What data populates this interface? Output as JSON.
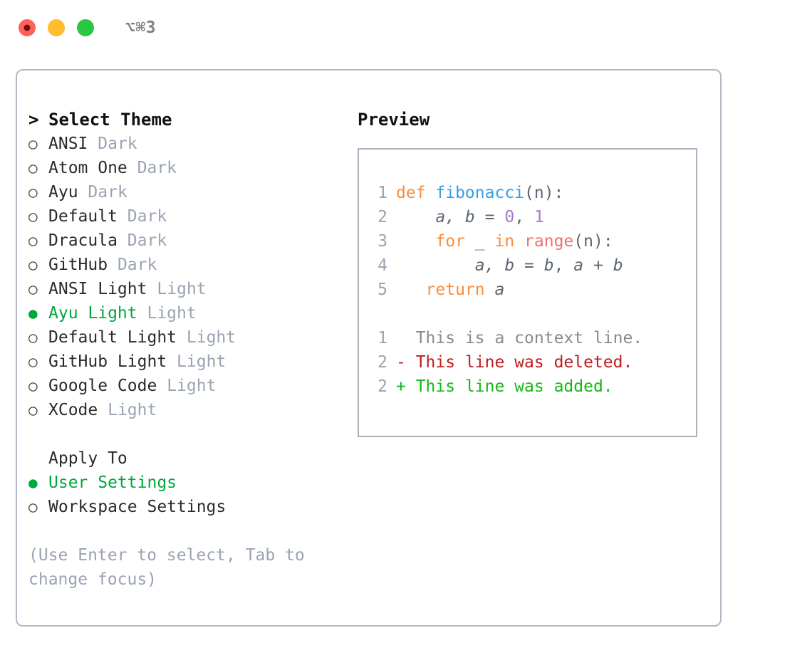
{
  "window": {
    "title": "⌥⌘3",
    "traffic_lights": [
      {
        "name": "close",
        "color": "#FF6058"
      },
      {
        "name": "minimize",
        "color": "#FFBD2E"
      },
      {
        "name": "zoom",
        "color": "#28C840"
      }
    ]
  },
  "theme_panel": {
    "header": "Select Theme",
    "caret": ">",
    "bullet_selected": "●",
    "bullet_unselected": "○",
    "accent_color": "#00A63E",
    "tag_color": "#9aa3b2",
    "items": [
      {
        "name": "ANSI",
        "tag": "Dark",
        "selected": false
      },
      {
        "name": "Atom One",
        "tag": "Dark",
        "selected": false
      },
      {
        "name": "Ayu",
        "tag": "Dark",
        "selected": false
      },
      {
        "name": "Default",
        "tag": "Dark",
        "selected": false
      },
      {
        "name": "Dracula",
        "tag": "Dark",
        "selected": false
      },
      {
        "name": "GitHub",
        "tag": "Dark",
        "selected": false
      },
      {
        "name": "ANSI Light",
        "tag": "Light",
        "selected": false
      },
      {
        "name": "Ayu Light",
        "tag": "Light",
        "selected": true
      },
      {
        "name": "Default Light",
        "tag": "Light",
        "selected": false
      },
      {
        "name": "GitHub Light",
        "tag": "Light",
        "selected": false
      },
      {
        "name": "Google Code",
        "tag": "Light",
        "selected": false
      },
      {
        "name": "XCode",
        "tag": "Light",
        "selected": false
      }
    ]
  },
  "apply_to": {
    "header": "Apply To",
    "items": [
      {
        "name": "User Settings",
        "selected": true
      },
      {
        "name": "Workspace Settings",
        "selected": false
      }
    ]
  },
  "hint": "(Use Enter to select, Tab to change focus)",
  "preview": {
    "header": "Preview",
    "code_lines": [
      {
        "lineno": "1",
        "tokens": [
          {
            "text": "def ",
            "style": "tok-kw"
          },
          {
            "text": "fibonacci",
            "style": "tok-fn"
          },
          {
            "text": "(n):",
            "style": "tok-punct"
          }
        ]
      },
      {
        "lineno": "2",
        "tokens": [
          {
            "text": "    ",
            "style": "tok-plain"
          },
          {
            "text": "a, b",
            "style": "tok-var"
          },
          {
            "text": " = ",
            "style": "tok-punct"
          },
          {
            "text": "0",
            "style": "tok-num"
          },
          {
            "text": ", ",
            "style": "tok-punct"
          },
          {
            "text": "1",
            "style": "tok-num"
          }
        ]
      },
      {
        "lineno": "3",
        "tokens": [
          {
            "text": "    ",
            "style": "tok-plain"
          },
          {
            "text": "for",
            "style": "tok-kw"
          },
          {
            "text": " _ ",
            "style": "tok-punct"
          },
          {
            "text": "in",
            "style": "tok-kw"
          },
          {
            "text": " ",
            "style": "tok-punct"
          },
          {
            "text": "range",
            "style": "tok-build"
          },
          {
            "text": "(n):",
            "style": "tok-punct"
          }
        ]
      },
      {
        "lineno": "4",
        "tokens": [
          {
            "text": "        ",
            "style": "tok-plain"
          },
          {
            "text": "a, b",
            "style": "tok-var"
          },
          {
            "text": " = ",
            "style": "tok-punct"
          },
          {
            "text": "b",
            "style": "tok-var"
          },
          {
            "text": ", ",
            "style": "tok-punct"
          },
          {
            "text": "a",
            "style": "tok-var"
          },
          {
            "text": " + ",
            "style": "tok-punct"
          },
          {
            "text": "b",
            "style": "tok-var"
          }
        ]
      },
      {
        "lineno": "5",
        "tokens": [
          {
            "text": "   ",
            "style": "tok-plain"
          },
          {
            "text": "return",
            "style": "tok-kw"
          },
          {
            "text": " ",
            "style": "tok-punct"
          },
          {
            "text": "a",
            "style": "tok-var"
          }
        ]
      }
    ],
    "diff_lines": [
      {
        "lineno": "1",
        "marker": "  ",
        "text": "This is a context line.",
        "style": "diff-context"
      },
      {
        "lineno": "2",
        "marker": "- ",
        "text": "This line was deleted.",
        "style": "diff-del"
      },
      {
        "lineno": "2",
        "marker": "+ ",
        "text": "This line was added.",
        "style": "diff-add"
      }
    ]
  }
}
